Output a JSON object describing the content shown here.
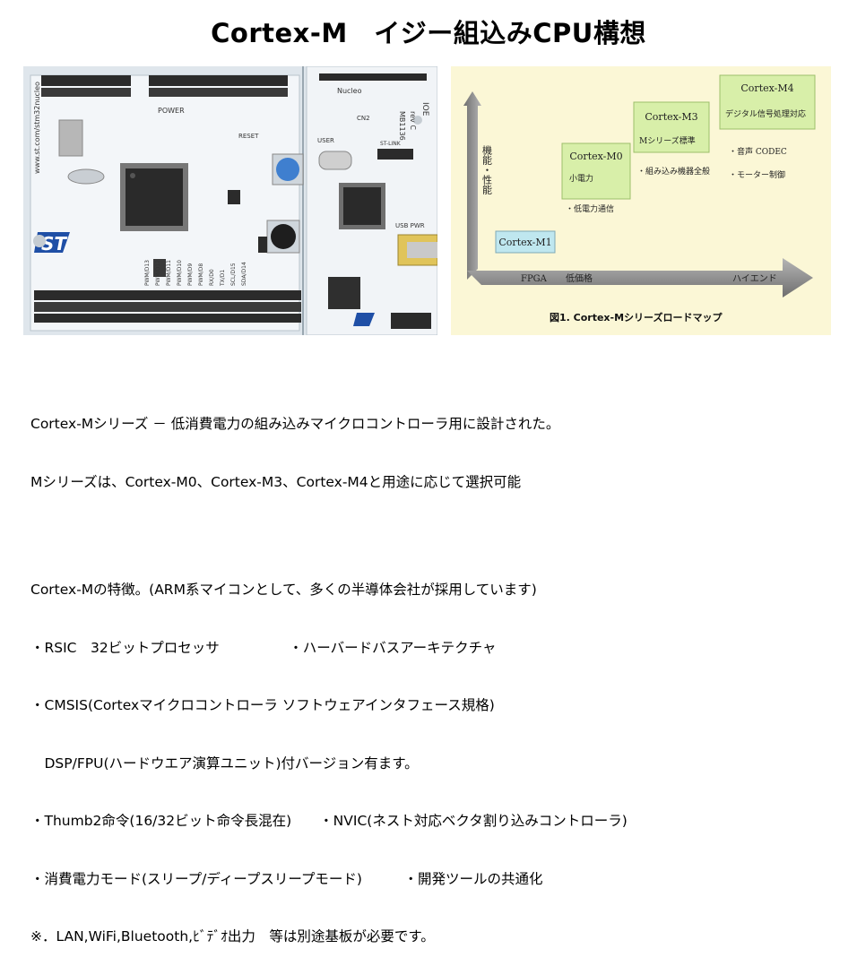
{
  "title": "Cortex-M　イジー組込みCPU構想",
  "board": {
    "silkscreen": {
      "power": "POWER",
      "url": "www.st.com/stm32nucleo",
      "nucleo": "Nucleo",
      "user": "USER",
      "reset": "RESET",
      "usb_pwr": "USB PWR",
      "mb": "MB1136",
      "rev": "rev C",
      "ioe": "IOE",
      "cn": "CN2",
      "stlink": "ST-LINK",
      "pins": [
        "PWM/D13",
        "PWM/D12",
        "PWM/D11",
        "PWM/D10",
        "PWM/D9",
        "PWM/D8",
        "RX/D0",
        "TX/D1",
        "SCL/D15",
        "SDA/D14"
      ]
    }
  },
  "roadmap": {
    "vertical_axis": "機能・性能",
    "boxes": [
      {
        "name": "Cortex-M1",
        "subtitle": "",
        "note": ""
      },
      {
        "name": "Cortex-M0",
        "subtitle": "小電力",
        "note": "・低電力通信"
      },
      {
        "name": "Cortex-M3",
        "subtitle": "Mシリーズ標準",
        "note": "・組み込み機器全般"
      },
      {
        "name": "Cortex-M4",
        "subtitle": "デジタル信号処理対応",
        "note": "・音声 CODEC",
        "note2": "・モーター制御"
      }
    ],
    "axis_labels": {
      "fpga": "FPGA",
      "low_price": "低価格",
      "high_end": "ハイエンド"
    },
    "caption": "図1. Cortex-Mシリーズロードマップ"
  },
  "body": {
    "lines": [
      "Cortex-Mシリーズ － 低消費電力の組み込みマイクロコントローラ用に設計された。",
      "Mシリーズは、Cortex-M0、Cortex-M3、Cortex-M4と用途に応じて選択可能",
      "Cortex-Mの特徴。(ARM系マイコンとして、多くの半導体会社が採用しています)",
      "・RSIC　32ビットプロセッサ　　　　　・ハーバードバスアーキテクチャ",
      "・CMSIS(Cortexマイクロコントローラ ソフトウェアインタフェース規格)",
      "　DSP/FPU(ハードウエア演算ユニット)付バージョン有ます。",
      "・Thumb2命令(16/32ビット命令長混在)　　・NVIC(ネスト対応ベクタ割り込みコントローラ)",
      "・消費電力モード(スリープ/ディープスリープモード)　　　・開発ツールの共通化",
      "※．LAN,WiFi,Bluetooth,ﾋﾞﾃﾞｵ出力　等は別途基板が必要です。"
    ]
  },
  "colors": {
    "board_bg": "#e9eef2",
    "header_pin": "#2b2b2b",
    "roadmap_bg": "#fbf7d6",
    "box_fill": "#d8efa9",
    "m1_fill": "#bfe7ef",
    "axis_fill": "#8a8a8a"
  }
}
